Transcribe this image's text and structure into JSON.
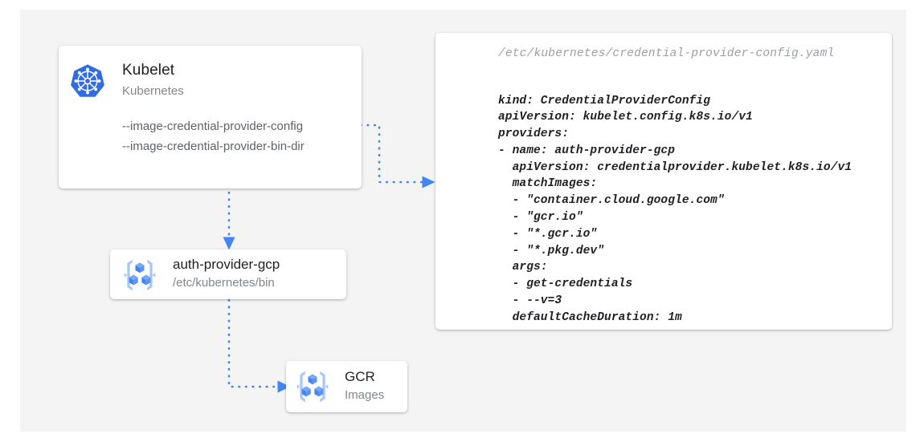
{
  "canvas": {
    "background": "#f4f4f4",
    "page_background": "#ffffff",
    "accent": "#4285f4",
    "text_primary": "#202124",
    "text_secondary": "#80868b"
  },
  "nodes": {
    "kubelet": {
      "icon": "kubernetes-logo",
      "title": "Kubelet",
      "subtitle": "Kubernetes",
      "flags": [
        "--image-credential-provider-config",
        "--image-credential-provider-bin-dir"
      ]
    },
    "auth_provider": {
      "icon": "gcr-container-registry-icon",
      "title": "auth-provider-gcp",
      "subtitle": "/etc/kubernetes/bin"
    },
    "gcr": {
      "icon": "gcr-container-registry-icon",
      "title": "GCR",
      "subtitle": "Images"
    }
  },
  "yaml_panel": {
    "path": "/etc/kubernetes/credential-provider-config.yaml",
    "content": "kind: CredentialProviderConfig\napiVersion: kubelet.config.k8s.io/v1\nproviders:\n- name: auth-provider-gcp\n  apiVersion: credentialprovider.kubelet.k8s.io/v1\n  matchImages:\n  - \"container.cloud.google.com\"\n  - \"gcr.io\"\n  - \"*.gcr.io\"\n  - \"*.pkg.dev\"\n  args:\n  - get-credentials\n  - --v=3\n  defaultCacheDuration: 1m"
  },
  "connectors": [
    {
      "name": "kubelet-to-config",
      "from": "kubelet",
      "to": "yaml_panel",
      "style": "dotted",
      "color": "#4285f4"
    },
    {
      "name": "kubelet-to-auth-provider",
      "from": "kubelet",
      "to": "auth_provider",
      "style": "dotted",
      "color": "#4285f4"
    },
    {
      "name": "auth-provider-to-gcr",
      "from": "auth_provider",
      "to": "gcr",
      "style": "dotted",
      "color": "#4285f4"
    }
  ]
}
